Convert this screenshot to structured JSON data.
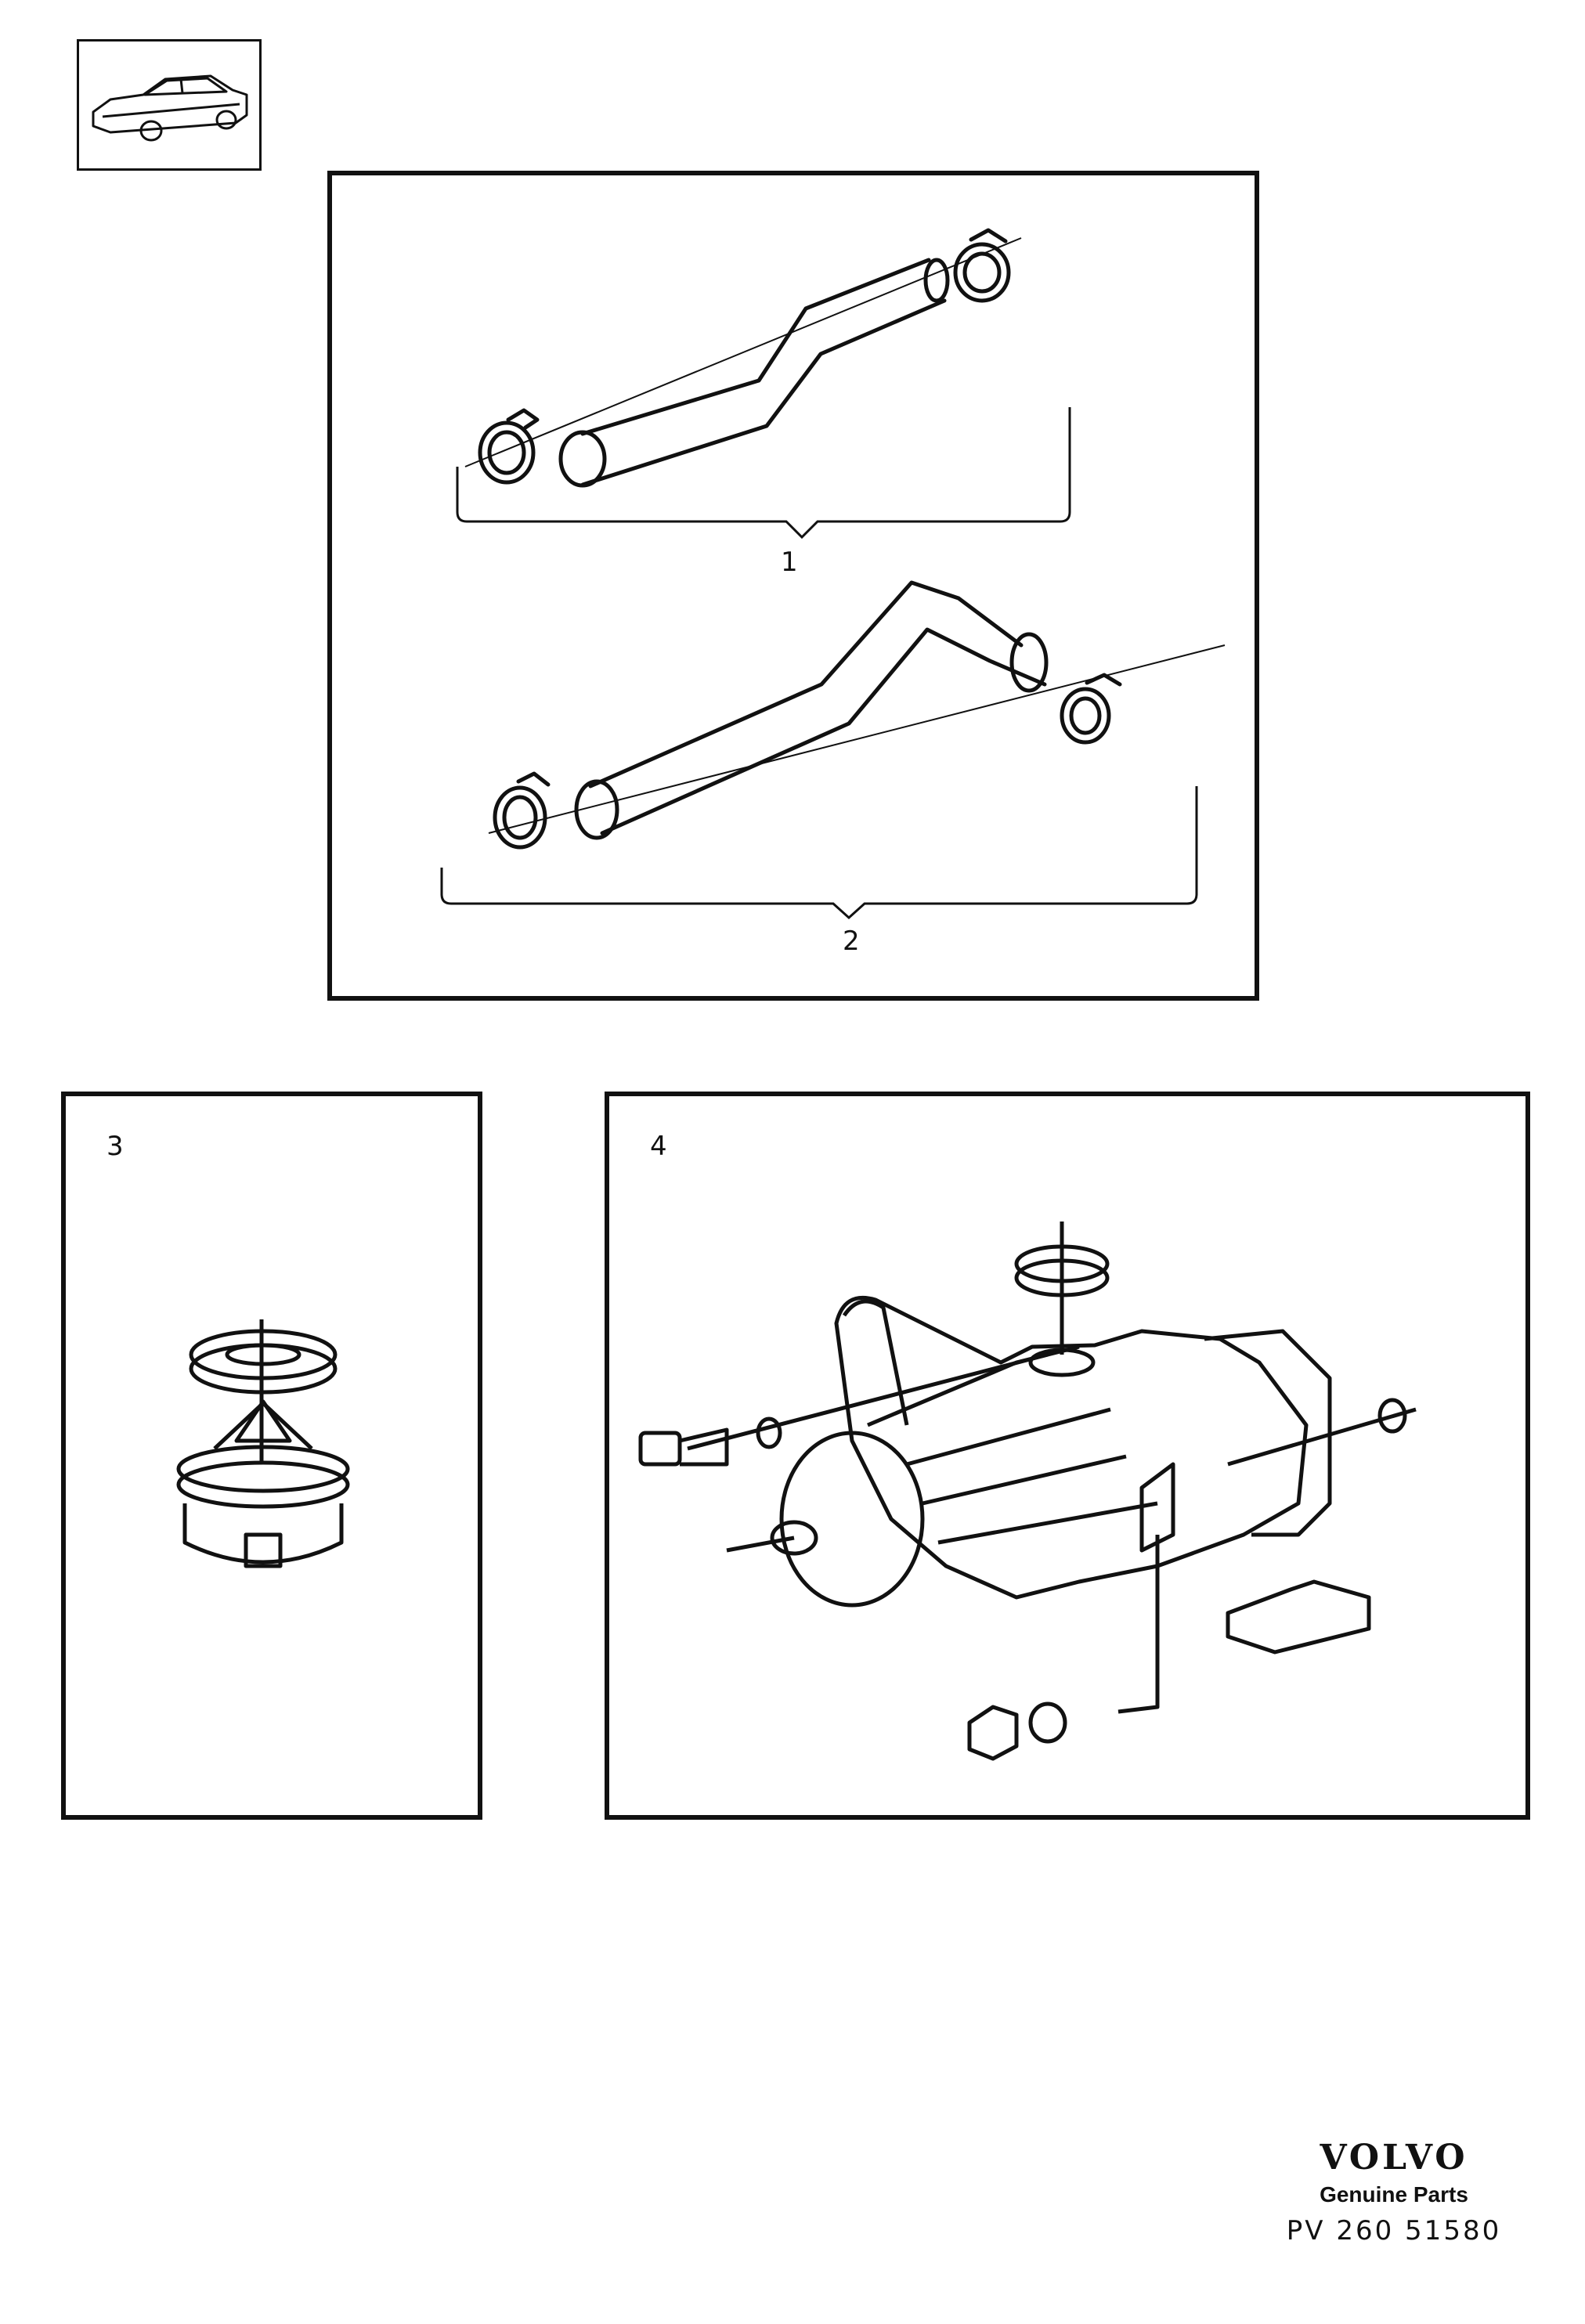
{
  "panels": [
    {
      "id": "hoses",
      "callouts": [
        "1",
        "2"
      ]
    },
    {
      "id": "water-pump",
      "label": "3"
    },
    {
      "id": "pump-assembly",
      "label": "4"
    }
  ],
  "footer": {
    "brand": "VOLVO",
    "tagline": "Genuine Parts",
    "code": "PV 260 51580"
  },
  "icons": [
    "car-thumbnail-icon"
  ]
}
